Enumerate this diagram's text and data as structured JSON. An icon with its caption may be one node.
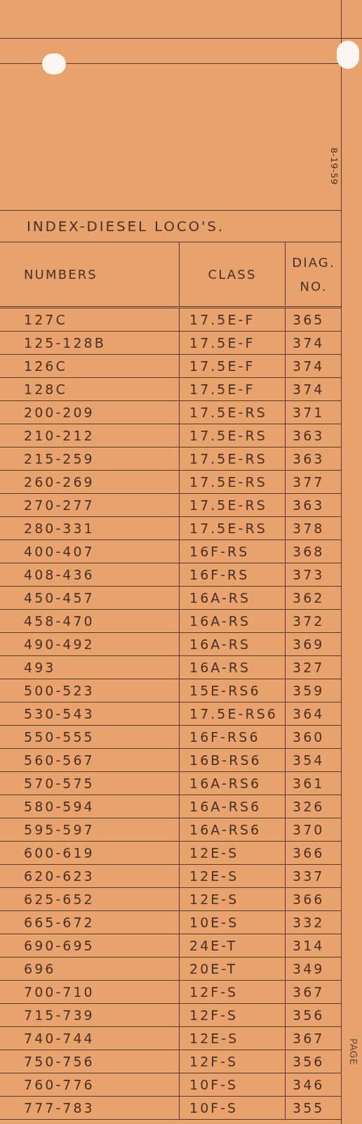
{
  "diagram": {
    "title": "INDEX-DIESEL LOCO'S.",
    "labels": [
      "8-19-59",
      "NUMBERS",
      "CLASS",
      "DIAG. NO.",
      "127C",
      "17.5E-F",
      "365",
      "125-128B",
      "17.5E-F",
      "374",
      "126C",
      "17.5E-F",
      "374",
      "128C",
      "17.5E-F",
      "374",
      "200-209",
      "17.5E-RS",
      "371",
      "210-212",
      "17.5E-RS",
      "363",
      "215-259",
      "17.5E-RS",
      "363",
      "260-269",
      "17.5E-RS",
      "377",
      "270-277",
      "17.5E-RS",
      "363",
      "280-331",
      "17.5E-RS",
      "378",
      "400-407",
      "16F-RS",
      "368",
      "408-436",
      "16F-RS",
      "373",
      "450-457",
      "16A-RS",
      "362",
      "458-470",
      "16A-RS",
      "372",
      "490-492",
      "16A-RS",
      "369",
      "493",
      "16A-RS",
      "327",
      "500-523",
      "15E-RS6",
      "359",
      "530-543",
      "17.5E-RS6",
      "364",
      "550-555",
      "16F-RS6",
      "360",
      "560-567",
      "16B-RS6",
      "354",
      "570-575",
      "16A-RS6",
      "361",
      "580-594",
      "16A-RS6",
      "326",
      "595-597",
      "16A-RS6",
      "370",
      "600-619",
      "12E-S",
      "366",
      "620-623",
      "12E-S",
      "337",
      "625-652",
      "12E-S",
      "366",
      "665-672",
      "10E-S",
      "332",
      "690-695",
      "24E-T",
      "314",
      "696",
      "20E-T",
      "349",
      "700-710",
      "12F-S",
      "367",
      "715-739",
      "12F-S",
      "356",
      "740-744",
      "12E-S",
      "367",
      "750-756",
      "12F-S",
      "356",
      "760-776",
      "10F-S",
      "346",
      "777-783",
      "10F-S",
      "355",
      "PAGE"
    ]
  }
}
